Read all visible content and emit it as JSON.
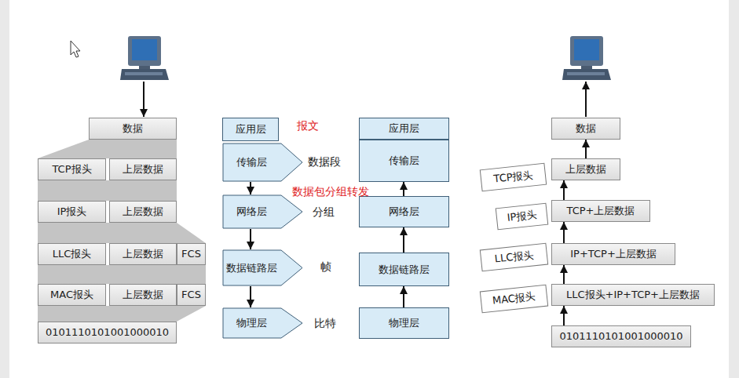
{
  "diagram": {
    "nodes": [
      {
        "text": [
          "数据"
        ]
      },
      {
        "text": [
          "TCP报头"
        ]
      },
      {
        "text": [
          "上层数据"
        ]
      },
      {
        "text": [
          "IP报头"
        ]
      },
      {
        "text": [
          "上层数据"
        ]
      },
      {
        "text": [
          "LLC报头"
        ]
      },
      {
        "text": [
          "上层数据"
        ]
      },
      {
        "text": [
          "FCS"
        ]
      },
      {
        "text": [
          "MAC报头"
        ]
      },
      {
        "text": [
          "上层数据"
        ]
      },
      {
        "text": [
          "FCS"
        ]
      },
      {
        "text": [
          "0101110101001000010"
        ]
      },
      {
        "text": [
          "应用层"
        ]
      },
      {
        "text": [
          "传输层"
        ]
      },
      {
        "text": [
          "网络层"
        ]
      },
      {
        "text": [
          "数据链路层"
        ]
      },
      {
        "text": [
          "物理层"
        ]
      },
      {
        "text": [
          "应用层"
        ]
      },
      {
        "text": [
          "传输层"
        ]
      },
      {
        "text": [
          "网络层"
        ]
      },
      {
        "text": [
          "数据链路层"
        ]
      },
      {
        "text": [
          "物理层"
        ]
      },
      {
        "text": [
          "数据"
        ]
      },
      {
        "text": [
          "TCP报头"
        ]
      },
      {
        "text": [
          "上层数据"
        ]
      },
      {
        "text": [
          "IP报头"
        ]
      },
      {
        "text": [
          "TCP+上层数据"
        ]
      },
      {
        "text": [
          "LLC报头"
        ]
      },
      {
        "text": [
          "IP+TCP+上层数据"
        ]
      },
      {
        "text": [
          "MAC报头"
        ]
      },
      {
        "text": [
          "LLC报头+IP+TCP+上层数据"
        ]
      },
      {
        "text": [
          "0101110101001000010"
        ]
      }
    ],
    "edges": [
      {
        "from": 13,
        "to": 14,
        "arrow": "to"
      },
      {
        "from": 14,
        "to": 15,
        "arrow": "to"
      },
      {
        "from": 15,
        "to": 16,
        "arrow": "to"
      },
      {
        "from": 21,
        "to": 20,
        "arrow": "to"
      },
      {
        "from": 20,
        "to": 19,
        "arrow": "to"
      },
      {
        "from": 19,
        "to": 18,
        "arrow": "to"
      },
      {
        "from": 31,
        "to": 30,
        "arrow": "to"
      },
      {
        "from": 30,
        "to": 28,
        "arrow": "to"
      },
      {
        "from": 28,
        "to": 26,
        "arrow": "to"
      },
      {
        "from": 26,
        "to": 24,
        "arrow": "to"
      },
      {
        "from": 24,
        "to": 22,
        "arrow": "to"
      }
    ],
    "labels": [
      "报文",
      "数据段",
      "数据包分组转发",
      "分组",
      "帧",
      "比特"
    ]
  }
}
